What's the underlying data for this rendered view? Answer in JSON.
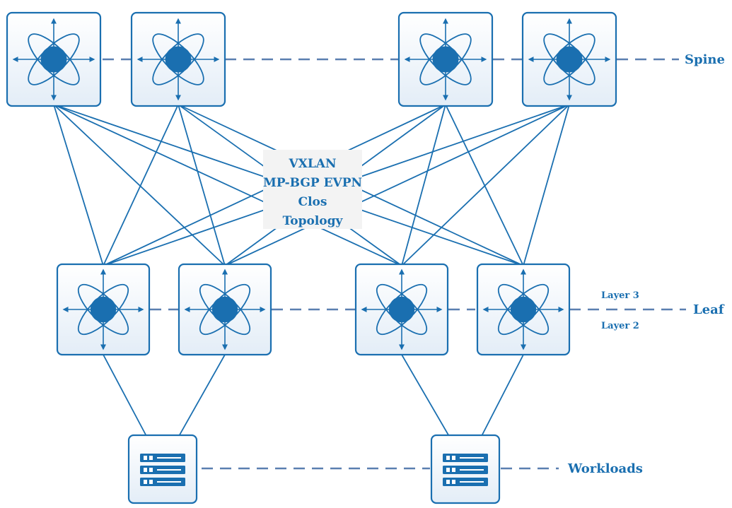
{
  "center_labels": [
    "VXLAN",
    "MP-BGP EVPN",
    "Clos",
    "Topology"
  ],
  "tiers": {
    "spine": "Spine",
    "leaf": "Leaf",
    "workloads": "Workloads"
  },
  "layers": {
    "layer3": "Layer 3",
    "layer2": "Layer 2"
  },
  "nodes": {
    "spine_count": 4,
    "leaf_count": 4,
    "server_count": 2
  },
  "colors": {
    "primary": "#1a6fb0",
    "node_fill": "#eef4fa",
    "dashed": "#5a7fb0"
  },
  "icons": {
    "switch": "switch-router-icon",
    "server": "server-rack-icon"
  }
}
